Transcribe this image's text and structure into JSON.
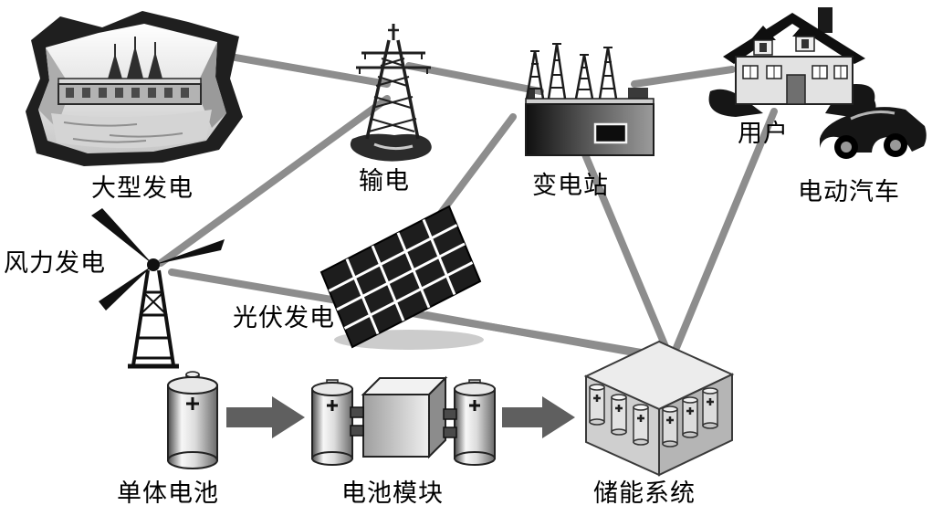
{
  "figure": {
    "background": "#ffffff",
    "connection_color": "#8d8d8d",
    "arrow_color": "#5f5f5f",
    "nodes": [
      {
        "id": "hydro-plant",
        "label": "大型发电"
      },
      {
        "id": "transmission",
        "label": "输电"
      },
      {
        "id": "substation",
        "label": "变电站"
      },
      {
        "id": "users",
        "label": "用户"
      },
      {
        "id": "electric-vehicle",
        "label": "电动汽车"
      },
      {
        "id": "wind-power",
        "label": "风力发电"
      },
      {
        "id": "pv-power",
        "label": "光伏发电"
      },
      {
        "id": "single-cell",
        "label": "单体电池"
      },
      {
        "id": "battery-module",
        "label": "电池模块"
      },
      {
        "id": "storage-system",
        "label": "储能系统"
      }
    ],
    "connections": [
      {
        "from": "hydro-plant",
        "to": "transmission"
      },
      {
        "from": "transmission",
        "to": "substation"
      },
      {
        "from": "substation",
        "to": "users"
      },
      {
        "from": "transmission",
        "to": "wind-power"
      },
      {
        "from": "substation",
        "to": "pv-power"
      },
      {
        "from": "wind-power",
        "to": "storage-system"
      },
      {
        "from": "pv-power",
        "to": "storage-system"
      },
      {
        "from": "substation",
        "to": "storage-system"
      },
      {
        "from": "users",
        "to": "storage-system"
      }
    ],
    "flow_arrows": [
      {
        "from": "single-cell",
        "to": "battery-module"
      },
      {
        "from": "battery-module",
        "to": "storage-system"
      }
    ]
  }
}
